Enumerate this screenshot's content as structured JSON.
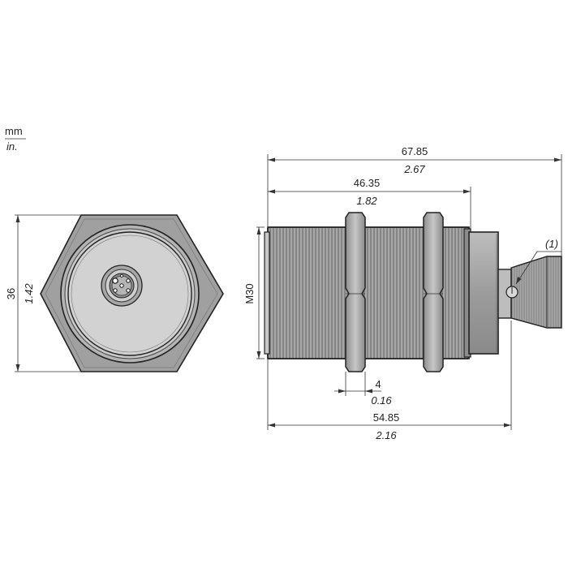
{
  "units": {
    "primary": "mm",
    "secondary": "in."
  },
  "dimensions": {
    "overall_length": {
      "mm": "67.85",
      "in": "2.67"
    },
    "body_length": {
      "mm": "46.35",
      "in": "1.82"
    },
    "nut_thickness": {
      "mm": "4",
      "in": "0.16"
    },
    "front_to_connector": {
      "mm": "54.85",
      "in": "2.16"
    },
    "thread": {
      "label": "M30"
    },
    "hex_across_flats": {
      "mm": "36",
      "in": "1.42"
    }
  },
  "callout": {
    "label": "(1)"
  },
  "colors": {
    "line": "#222222",
    "body": "#9a9a9a",
    "body_dark": "#7c7c7c",
    "face": "#d4d4d4",
    "connector": "#b0b0b0"
  }
}
